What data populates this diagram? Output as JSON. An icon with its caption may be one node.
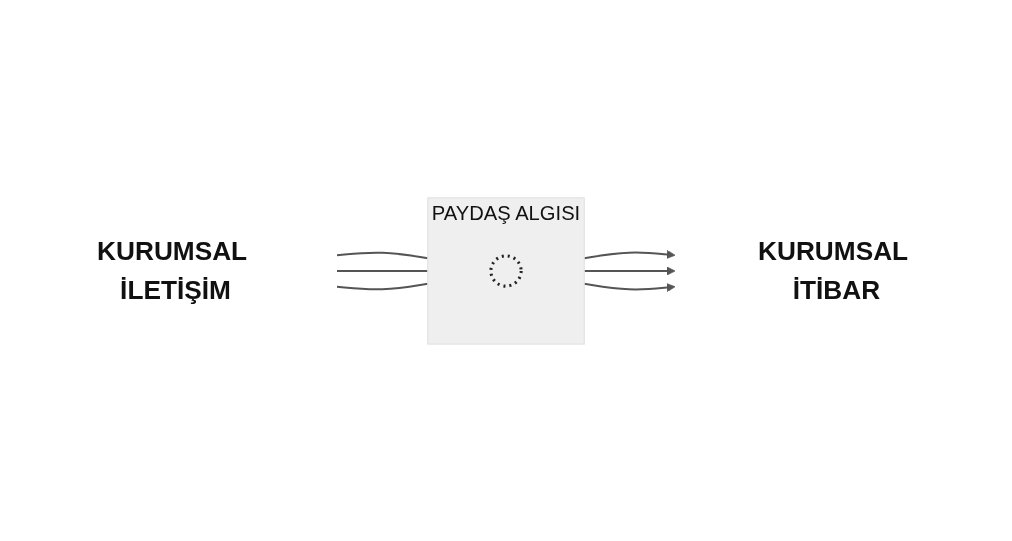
{
  "diagram": {
    "nodes": [
      {
        "text": [
          "PAYDAŞ ALGISI"
        ]
      },
      {
        "text": [],
        "shape": "circle",
        "in": 0
      },
      {
        "text": [
          "KURUMSAL İLETİŞİM"
        ]
      },
      {
        "text": [
          "KURUMSAL İTİBAR"
        ]
      }
    ],
    "edges": [
      {
        "from": 2,
        "to": 0,
        "arrow": "none"
      },
      {
        "from": 2,
        "to": 0,
        "arrow": "none"
      },
      {
        "from": 2,
        "to": 0,
        "arrow": "none"
      },
      {
        "from": 0,
        "to": 3,
        "arrow": "to"
      },
      {
        "from": 0,
        "to": 3,
        "arrow": "to"
      },
      {
        "from": 0,
        "to": 3,
        "arrow": "to"
      }
    ]
  }
}
